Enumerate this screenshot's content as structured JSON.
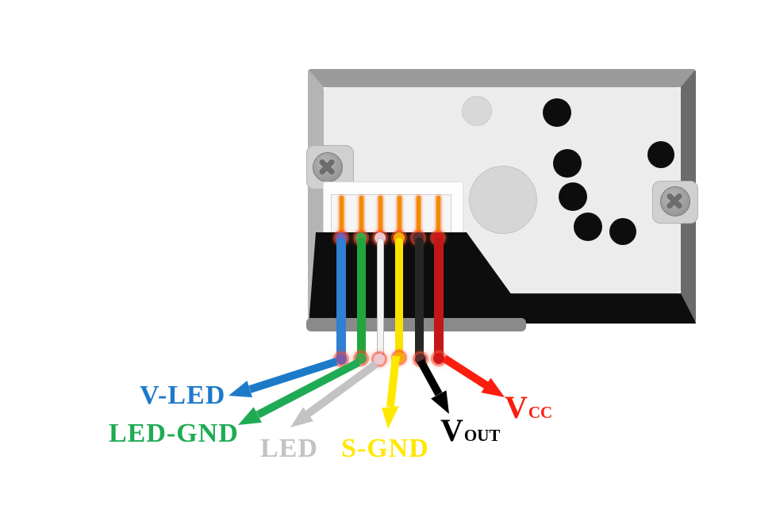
{
  "diagram": {
    "description_colors": {
      "background": "#ffffff",
      "sensor_face": "#ececec",
      "sensor_frame_top": "#9b9b9b",
      "sensor_frame_left": "#b4b4b4",
      "sensor_frame_right": "#6b6b6b",
      "sensor_frame_bottom": "#191919",
      "connector_housing": "#0d0d0d",
      "pin_color": "#f28b00"
    },
    "pins": [
      {
        "label": "V-LED",
        "sub": "",
        "label_color": "#1d7ac9",
        "wire_name": "blue",
        "wire_color": "#2f7fd2",
        "joint_color": "#7b5ca8"
      },
      {
        "label": "LED-GND",
        "sub": "",
        "label_color": "#1fab53",
        "wire_name": "green",
        "wire_color": "#21a63d",
        "joint_color": "#44a24a"
      },
      {
        "label": "LED",
        "sub": "",
        "label_color": "#c3c3c3",
        "wire_name": "white",
        "wire_color": "#f3f3f3",
        "joint_color": "#edc8ce"
      },
      {
        "label": "S-GND",
        "sub": "",
        "label_color": "#ffe800",
        "wire_name": "yellow",
        "wire_color": "#f8e400",
        "joint_color": "#f6a900"
      },
      {
        "label": "V",
        "sub": "OUT",
        "label_color": "#000000",
        "wire_name": "black",
        "wire_color": "#262626",
        "joint_color": "#5b2d33"
      },
      {
        "label": "V",
        "sub": "CC",
        "label_color": "#fb1d0e",
        "wire_name": "red",
        "wire_color": "#c31616",
        "joint_color": "#ce1818"
      }
    ]
  }
}
